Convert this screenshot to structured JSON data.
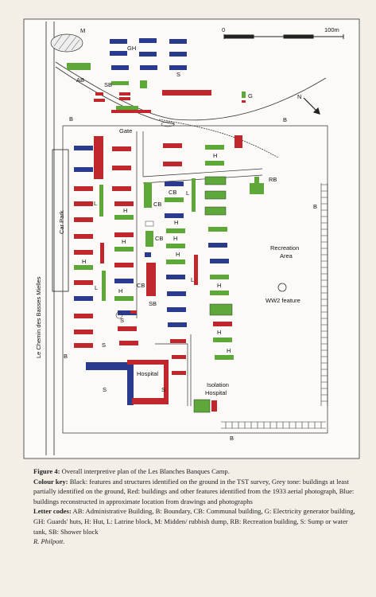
{
  "colors": {
    "red": "#c0272d",
    "green": "#5ea83a",
    "blue": "#2a3a8e",
    "black": "#111111",
    "grey": "#b9b9b9"
  },
  "map": {
    "scale": {
      "zero": "0",
      "max": "100m"
    },
    "road_label": "Le Chemin des Basses Mielles",
    "car_park": "Car Park",
    "gate": "Gate",
    "north": "N",
    "recreation_area": [
      "Recreation",
      "Area"
    ],
    "ww2_feature": "WW2 feature",
    "hospital": "Hospital",
    "isolation_hospital": [
      "Isolation",
      "Hospital"
    ],
    "codes": {
      "M": "M",
      "GH": "GH",
      "S": "S",
      "AB": "AB",
      "SB": "SB",
      "G": "G",
      "B": "B",
      "H": "H",
      "L": "L",
      "CB": "CB",
      "RB": "RB"
    }
  },
  "caption": {
    "figure_label": "Figure 4:",
    "figure_text": "Overall interpretive plan of the Les Blanches Banques Camp.",
    "colour_key_label": "Colour key:",
    "colour_key_text": "Black: features and structures identified on the ground in the TST survey, Grey tone: buildings at least partially identified on the ground, Red: buildings and other features identified from the 1933 aerial photograph, Blue: buildings reconstructed in approximate location from drawings and photographs",
    "letter_codes_label": "Letter codes:",
    "letter_codes_text": "AB: Administrative Building, B: Boundary, CB: Communal building, G: Electricity generator building, GH: Guards' huts, H: Hut, L: Latrine block, M: Midden/ rubbish dump, RB: Recreation building, S: Sump or water tank, SB: Shower block",
    "author": "R. Philpott."
  }
}
